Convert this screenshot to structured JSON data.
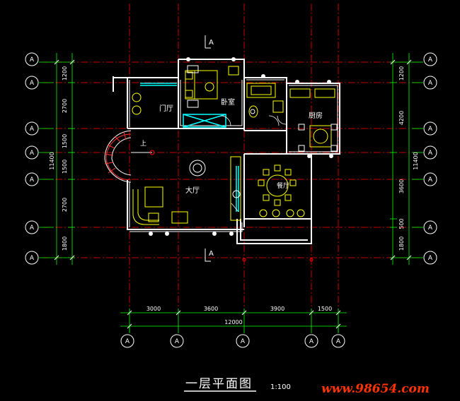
{
  "drawing": {
    "title": "一层平面图",
    "scale": "1:100",
    "watermark": "www.98654.com",
    "section_mark": "A"
  },
  "rooms": {
    "foyer": "门厅",
    "bedroom": "卧室",
    "kitchen": "厨房",
    "living": "大厅",
    "dining": "餐厅",
    "stair_up": "上"
  },
  "dims": {
    "left": [
      "1200",
      "2700",
      "1500",
      "1500",
      "2700",
      "1800"
    ],
    "left_total": "11400",
    "right": [
      "1200",
      "4200",
      "3600",
      "500",
      "1800"
    ],
    "right_total": "11400",
    "bottom": [
      "3000",
      "3600",
      "3900",
      "1500"
    ],
    "bottom_total": "12000"
  },
  "axes": {
    "left": [
      "A",
      "A",
      "A",
      "A",
      "A",
      "A",
      "A"
    ],
    "right": [
      "A",
      "A",
      "A",
      "A",
      "A",
      "A",
      "A"
    ],
    "bottom": [
      "A",
      "A",
      "A",
      "A",
      "A"
    ]
  },
  "colors": {
    "background": "#000000",
    "grid": "#ff0000",
    "dim": "#00ff00",
    "wall": "#ffffff",
    "glass": "#00ffff",
    "furniture": "#ffff00",
    "watermark": "#ff3300"
  }
}
